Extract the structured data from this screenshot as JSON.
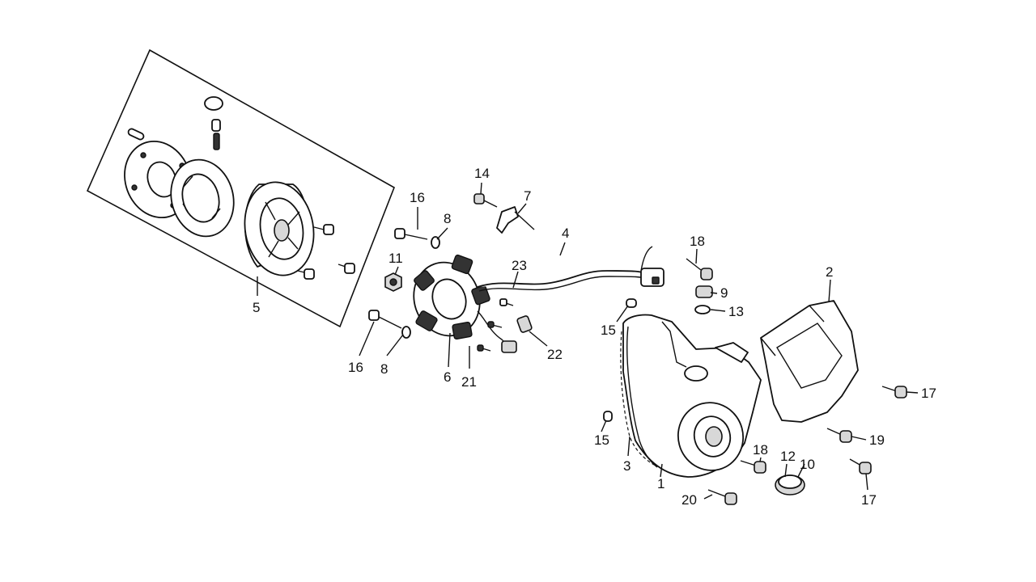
{
  "callouts": [
    {
      "id": "c5",
      "text": "5"
    },
    {
      "id": "c16a",
      "text": "16"
    },
    {
      "id": "c8a",
      "text": "8"
    },
    {
      "id": "c11",
      "text": "11"
    },
    {
      "id": "c16b",
      "text": "16"
    },
    {
      "id": "c8b",
      "text": "8"
    },
    {
      "id": "c14",
      "text": "14"
    },
    {
      "id": "c7",
      "text": "7"
    },
    {
      "id": "c4",
      "text": "4"
    },
    {
      "id": "c23",
      "text": "23"
    },
    {
      "id": "c6",
      "text": "6"
    },
    {
      "id": "c21",
      "text": "21"
    },
    {
      "id": "c22",
      "text": "22"
    },
    {
      "id": "c18a",
      "text": "18"
    },
    {
      "id": "c9",
      "text": "9"
    },
    {
      "id": "c13",
      "text": "13"
    },
    {
      "id": "c15a",
      "text": "15"
    },
    {
      "id": "c2",
      "text": "2"
    },
    {
      "id": "c17a",
      "text": "17"
    },
    {
      "id": "c15b",
      "text": "15"
    },
    {
      "id": "c3",
      "text": "3"
    },
    {
      "id": "c1",
      "text": "1"
    },
    {
      "id": "c18b",
      "text": "18"
    },
    {
      "id": "c12",
      "text": "12"
    },
    {
      "id": "c10",
      "text": "10"
    },
    {
      "id": "c19",
      "text": "19"
    },
    {
      "id": "c17b",
      "text": "17"
    },
    {
      "id": "c20",
      "text": "20"
    }
  ]
}
